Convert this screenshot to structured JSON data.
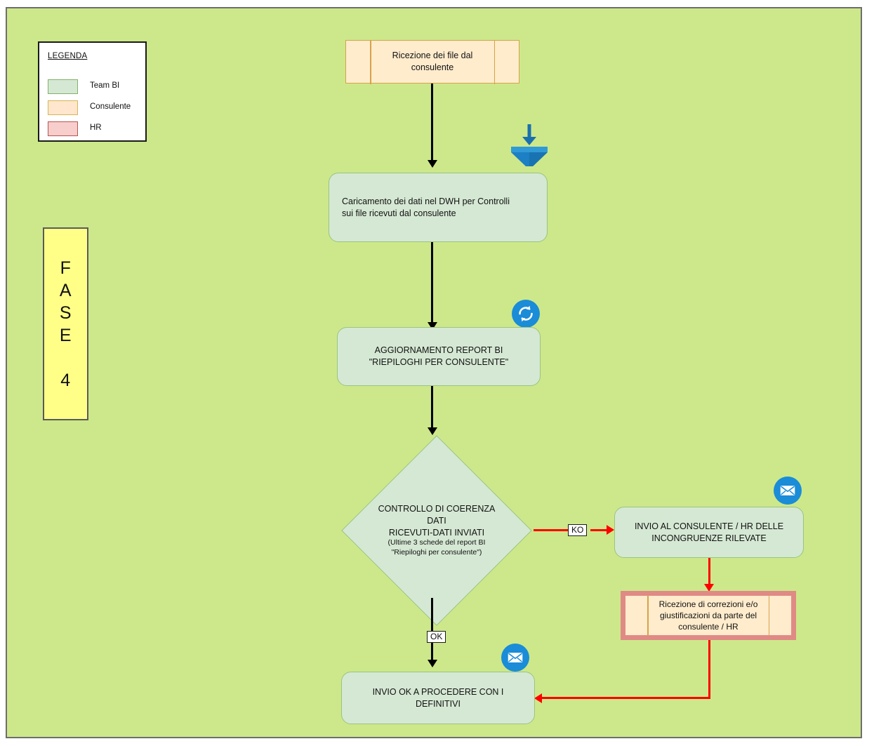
{
  "canvas": {
    "background_color": "#cde88a",
    "border_color": "#6e6e6e"
  },
  "legend": {
    "title": "LEGENDA",
    "items": [
      {
        "label": "Team BI",
        "fill": "#d5e8d4",
        "stroke": "#82b366"
      },
      {
        "label": "Consulente",
        "fill": "#ffe6cc",
        "stroke": "#d6b656"
      },
      {
        "label": "HR",
        "fill": "#f8cecc",
        "stroke": "#b85450"
      }
    ]
  },
  "phase": {
    "label": "F\nA\nS\nE\n\n4",
    "fill": "#ffff88",
    "stroke": "#5a5a5a"
  },
  "nodes": {
    "ricezione_file": {
      "text": "Ricezione dei file dal\nconsulente",
      "shape": "predefined-process",
      "owner": "Consulente"
    },
    "caricamento_dwh": {
      "text": "Caricamento dei dati nel DWH per Controlli\nsui file ricevuti dal consulente",
      "shape": "rounded-rectangle",
      "owner": "Team BI"
    },
    "aggiornamento_report": {
      "text": "AGGIORNAMENTO REPORT BI\n\"RIEPILOGHI PER CONSULENTE\"",
      "shape": "rounded-rectangle",
      "owner": "Team BI"
    },
    "controllo_coerenza": {
      "title": "CONTROLLO DI COERENZA DATI\nRICEVUTI-DATI INVIATI",
      "subtitle": "(Ultime 3 schede del report BI\n\"Riepiloghi per consulente\")",
      "shape": "diamond",
      "owner": "Team BI"
    },
    "invio_incongruenze": {
      "text": "INVIO AL CONSULENTE / HR DELLE\nINCONGRUENZE RILEVATE",
      "shape": "rounded-rectangle",
      "owner": "Team BI"
    },
    "ricezione_correzioni": {
      "text": "Ricezione di correzioni e/o\ngiustificazioni da parte del\nconsulente / HR",
      "shape": "predefined-process",
      "owner": "HR"
    },
    "invio_ok": {
      "text": "INVIO OK A PROCEDERE CON I\nDEFINITIVI",
      "shape": "rounded-rectangle",
      "owner": "Team BI"
    }
  },
  "edges": {
    "ko_label": "KO",
    "ok_label": "OK",
    "flow_color": "#000000",
    "error_color": "#ff0000"
  },
  "icons": {
    "filter": "filter-funnel-icon",
    "refresh": "refresh-sync-icon",
    "mail_incongruenze": "email-icon",
    "mail_ok": "email-icon",
    "badge_color": "#1a8cd8"
  }
}
